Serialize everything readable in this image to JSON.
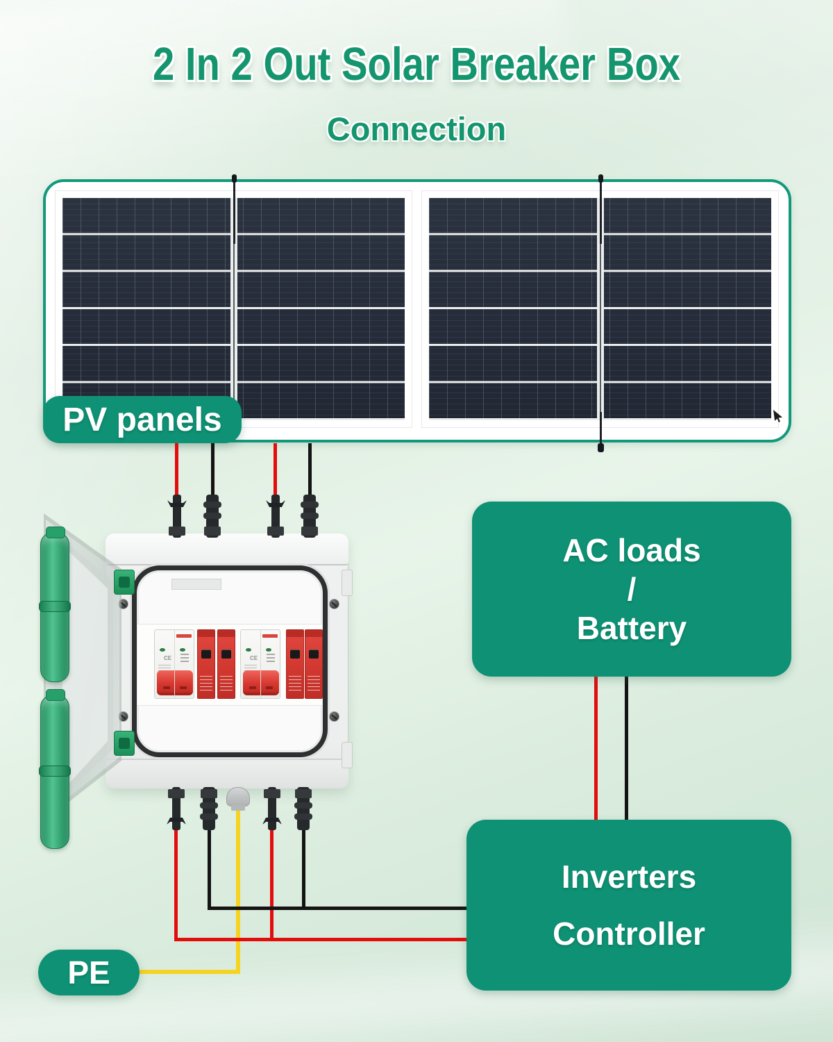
{
  "header": {
    "title": "2 In 2 Out Solar Breaker Box",
    "subtitle": "Connection"
  },
  "pv": {
    "label": "PV panels"
  },
  "pe": {
    "label": "PE"
  },
  "ac_box": {
    "line1": "AC loads",
    "line2": "/",
    "line3": "Battery"
  },
  "inverters_box": {
    "line1": "Inverters",
    "line2": "Controller"
  },
  "breaker": {
    "ce_mark": "CE"
  },
  "colors": {
    "brand_teal": "#0e9174",
    "title_green": "#14956e",
    "frame_border_green": "#12997b",
    "wire_red": "#e20d0d",
    "wire_black": "#141414",
    "wire_yellow": "#f5d322",
    "spd_red": "#d0392f",
    "breaker_toggle_red": "#d6372f",
    "hinge_green": "#2ca06a",
    "background_green": "#e0eee2"
  }
}
